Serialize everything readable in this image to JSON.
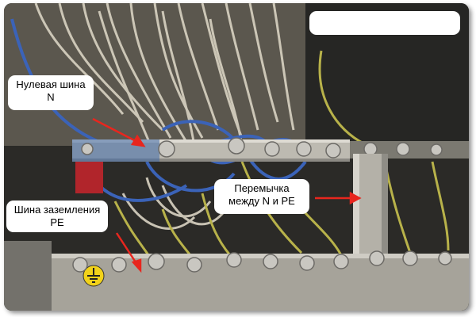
{
  "callouts": {
    "neutral_bus": {
      "line1": "Нулевая шина",
      "line2": "N"
    },
    "ground_bus": {
      "line1": "Шина заземления",
      "line2": "PE"
    },
    "jumper": {
      "line1": "Перемычка",
      "line2": "между N и PE"
    },
    "blank": ""
  },
  "colors": {
    "arrow": "#e8261e",
    "busbar": "#b9b6ad",
    "wire_blue": "#3b63b8",
    "wire_yellow_green": "#b8b24a",
    "wire_white": "#d8d2c2"
  }
}
